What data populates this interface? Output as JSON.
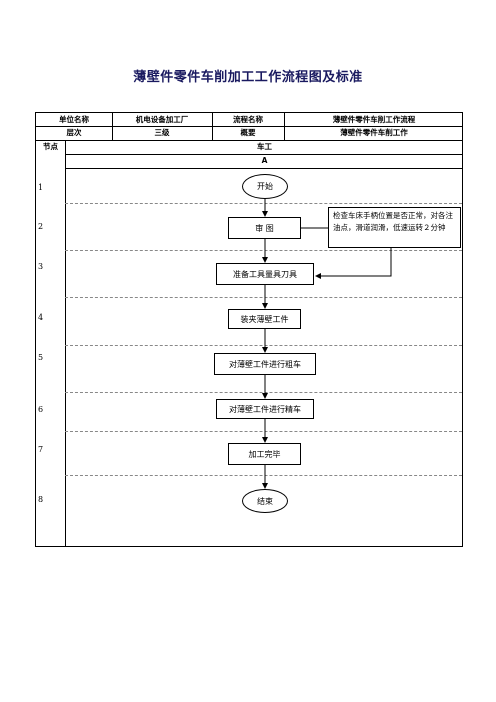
{
  "title": "薄壁件零件车削加工工作流程图及标准",
  "header": {
    "row1": {
      "unit_label": "单位名称",
      "unit_value": "机电设备加工厂",
      "process_label": "流程名称",
      "process_value": "薄壁件零件车削工作流程"
    },
    "row2": {
      "level_label": "层次",
      "level_value": "三级",
      "summary_label": "概要",
      "summary_value": "薄壁件零件车削工作"
    },
    "node_label": "节点",
    "dept": "车工",
    "dept_code": "A"
  },
  "steps": {
    "n1": "1",
    "n2": "2",
    "n3": "3",
    "n4": "4",
    "n5": "5",
    "n6": "6",
    "n7": "7",
    "n8": "8"
  },
  "flow": {
    "start": "开始",
    "review": "审  图",
    "prepare": "准备工具量具刀具",
    "clamp": "装夹薄壁工件",
    "rough": "对薄壁工件进行粗车",
    "finish": "对薄壁工件进行精车",
    "done": "加工完毕",
    "end": "结束",
    "note": "检查车床手柄位置是否正常，对各注油点，滑道润滑，低速运转２分钟"
  }
}
